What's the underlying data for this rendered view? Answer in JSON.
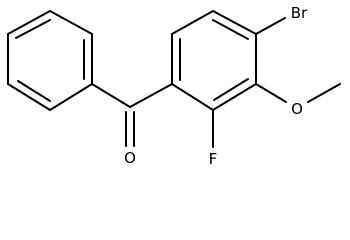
{
  "atoms": {
    "oxygen_carbonyl": "O",
    "fluorine": "F",
    "oxygen_methoxy": "O",
    "bromine": "Br"
  },
  "colors": {
    "bond": "#000000",
    "label": "#000000",
    "background": "#ffffff"
  }
}
